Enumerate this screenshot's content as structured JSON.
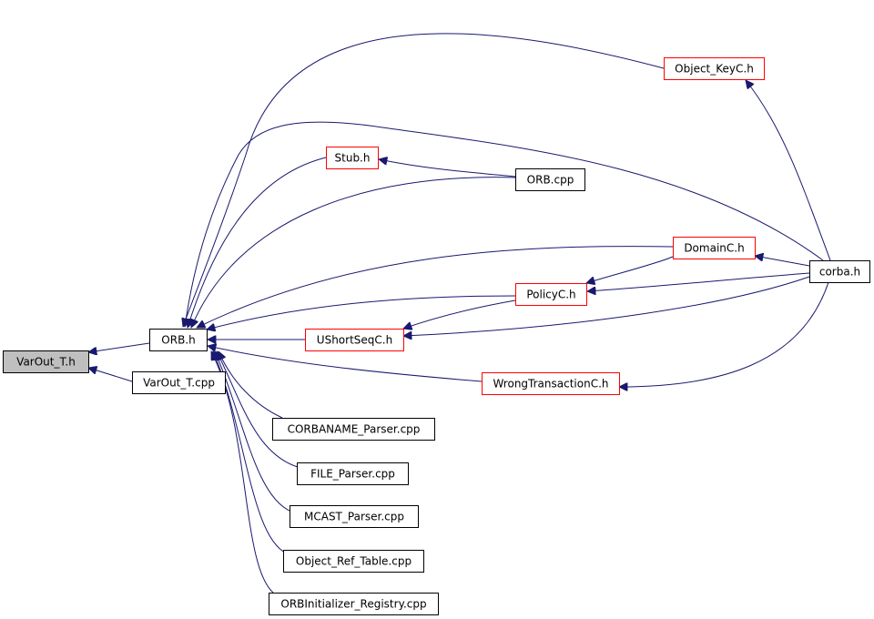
{
  "colors": {
    "edge": "#191970",
    "arrowhead": "#191970",
    "border_default": "#000000",
    "border_truncated": "#ff0000",
    "highlight_fill": "#bfbfbf",
    "node_fill": "#ffffff"
  },
  "nodes": [
    {
      "id": "varout_t_h",
      "label": "VarOut_T.h",
      "style": "highlight"
    },
    {
      "id": "orb_h",
      "label": "ORB.h",
      "style": "default"
    },
    {
      "id": "varout_t_cpp",
      "label": "VarOut_T.cpp",
      "style": "default"
    },
    {
      "id": "object_keyc_h",
      "label": "Object_KeyC.h",
      "style": "truncated"
    },
    {
      "id": "stub_h",
      "label": "Stub.h",
      "style": "truncated"
    },
    {
      "id": "orb_cpp",
      "label": "ORB.cpp",
      "style": "default"
    },
    {
      "id": "domainc_h",
      "label": "DomainC.h",
      "style": "truncated"
    },
    {
      "id": "corba_h",
      "label": "corba.h",
      "style": "default"
    },
    {
      "id": "policyc_h",
      "label": "PolicyC.h",
      "style": "truncated"
    },
    {
      "id": "ushortseqc_h",
      "label": "UShortSeqC.h",
      "style": "truncated"
    },
    {
      "id": "wrongtransactionc_h",
      "label": "WrongTransactionC.h",
      "style": "truncated"
    },
    {
      "id": "corbaname_parser_cpp",
      "label": "CORBANAME_Parser.cpp",
      "style": "default"
    },
    {
      "id": "file_parser_cpp",
      "label": "FILE_Parser.cpp",
      "style": "default"
    },
    {
      "id": "mcast_parser_cpp",
      "label": "MCAST_Parser.cpp",
      "style": "default"
    },
    {
      "id": "object_ref_table_cpp",
      "label": "Object_Ref_Table.cpp",
      "style": "default"
    },
    {
      "id": "orbinitializer_registry_cpp",
      "label": "ORBInitializer_Registry.cpp",
      "style": "default"
    }
  ],
  "edges": [
    {
      "from": "orb_h",
      "to": "varout_t_h"
    },
    {
      "from": "varout_t_cpp",
      "to": "varout_t_h"
    },
    {
      "from": "object_keyc_h",
      "to": "orb_h"
    },
    {
      "from": "corba_h",
      "to": "orb_h"
    },
    {
      "from": "stub_h",
      "to": "orb_h"
    },
    {
      "from": "orb_cpp",
      "to": "orb_h"
    },
    {
      "from": "domainc_h",
      "to": "orb_h"
    },
    {
      "from": "policyc_h",
      "to": "orb_h"
    },
    {
      "from": "ushortseqc_h",
      "to": "orb_h"
    },
    {
      "from": "wrongtransactionc_h",
      "to": "orb_h"
    },
    {
      "from": "corbaname_parser_cpp",
      "to": "orb_h"
    },
    {
      "from": "file_parser_cpp",
      "to": "orb_h"
    },
    {
      "from": "mcast_parser_cpp",
      "to": "orb_h"
    },
    {
      "from": "object_ref_table_cpp",
      "to": "orb_h"
    },
    {
      "from": "orbinitializer_registry_cpp",
      "to": "orb_h"
    },
    {
      "from": "orb_cpp",
      "to": "stub_h"
    },
    {
      "from": "corba_h",
      "to": "object_keyc_h"
    },
    {
      "from": "corba_h",
      "to": "domainc_h"
    },
    {
      "from": "domainc_h",
      "to": "policyc_h"
    },
    {
      "from": "corba_h",
      "to": "policyc_h"
    },
    {
      "from": "policyc_h",
      "to": "ushortseqc_h"
    },
    {
      "from": "corba_h",
      "to": "ushortseqc_h"
    },
    {
      "from": "corba_h",
      "to": "wrongtransactionc_h"
    }
  ]
}
